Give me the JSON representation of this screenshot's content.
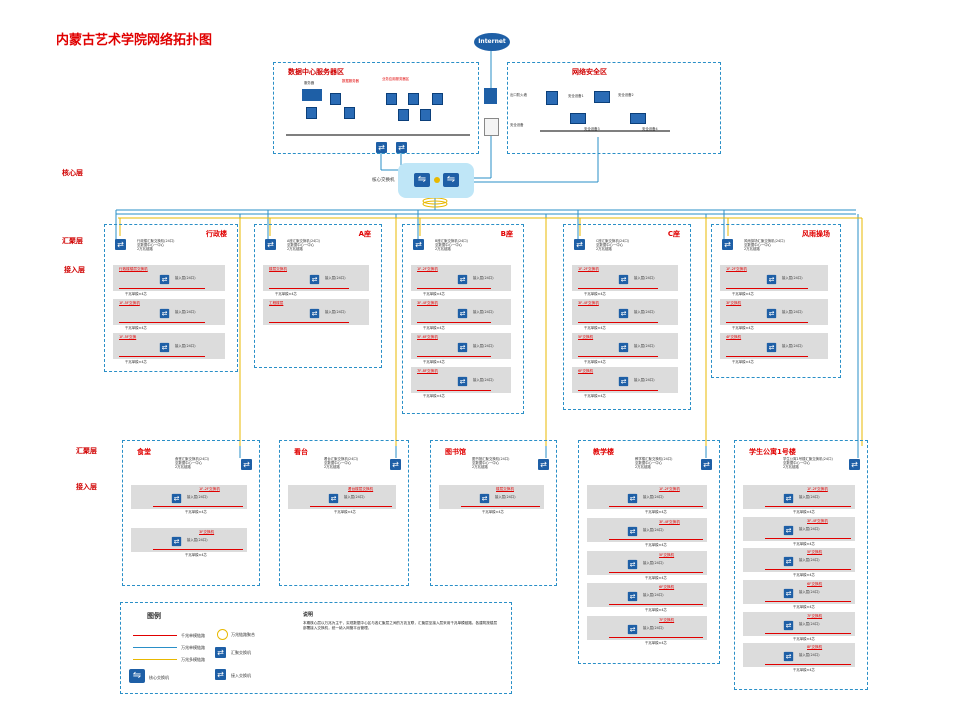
{
  "title": "内蒙古艺术学院网络拓扑图",
  "layers": {
    "core": "核心层",
    "agg1": "汇聚层",
    "access1": "接入层",
    "agg2": "汇聚层",
    "access2": "接入层"
  },
  "internet": "Internet",
  "core_switch_label": "核心交换机",
  "datacenter": {
    "title": "数据中心服务器区",
    "sub_a": "服务器",
    "sub_b": "数据服务器",
    "sub_c": "业务应用服务器区"
  },
  "security": {
    "title": "网络安全区",
    "gateway": "出口防火墙",
    "behavior": "安全设备",
    "dev1": "安全设备1",
    "dev2": "安全设备2",
    "dev3": "安全设备3",
    "dev4": "安全设备4"
  },
  "buildings_row1": [
    {
      "name": "行政楼",
      "agg": "行政楼汇聚交换机(24口)\n至数据中心一中心\n2万兆链路",
      "floors": [
        {
          "label": "行政楼楼层交换机",
          "sw": "接入层(24口)",
          "note": "千兆单模×4芯"
        },
        {
          "label": "1F-5F交换机",
          "sw": "接入层(24口)",
          "note": "千兆单模×4芯"
        },
        {
          "label": "1F-5F交换",
          "sw": "接入层(24口)",
          "note": "千兆单模×4芯"
        }
      ]
    },
    {
      "name": "A座",
      "agg": "A座汇聚交换机(24口)\n至数据中心一中心\n2万兆链路",
      "floors": [
        {
          "label": "楼层交换机",
          "sw": "接入层(24口)",
          "note": "千兆单模×4芯"
        },
        {
          "label": "工程楼层",
          "sw": "接入层(24口)",
          "note": ""
        }
      ]
    },
    {
      "name": "B座",
      "agg": "B座汇聚交换机(24口)\n至数据中心一中心\n2万兆链路",
      "floors": [
        {
          "label": "1F-2F交换机",
          "sw": "接入层(24口)",
          "note": "千兆单模×4芯"
        },
        {
          "label": "3F-4F交换机",
          "sw": "接入层(24口)",
          "note": "千兆单模×4芯"
        },
        {
          "label": "5F-6F交换机",
          "sw": "接入层(24口)",
          "note": "千兆单模×4芯"
        },
        {
          "label": "7F-8F交换机",
          "sw": "接入层(24口)",
          "note": "千兆单模×4芯"
        }
      ]
    },
    {
      "name": "C座",
      "agg": "C座汇聚交换机(24口)\n至数据中心一中心\n2万兆链路",
      "floors": [
        {
          "label": "1F-2F交换机",
          "sw": "接入层(24口)",
          "note": "千兆单模×4芯"
        },
        {
          "label": "3F-4F交换机",
          "sw": "接入层(24口)",
          "note": "千兆单模×4芯"
        },
        {
          "label": "5F交换机",
          "sw": "接入层(24口)",
          "note": "千兆单模×4芯"
        },
        {
          "label": "6F交换机",
          "sw": "接入层(24口)",
          "note": "千兆单模×4芯"
        }
      ]
    },
    {
      "name": "风雨操场",
      "agg": "风雨操场汇聚交换机(24口)\n至数据中心一中心\n2万兆链路",
      "floors": [
        {
          "label": "1F-2F交换机",
          "sw": "接入层(24口)",
          "note": "千兆单模×4芯"
        },
        {
          "label": "3F交换机",
          "sw": "接入层(24口)",
          "note": "千兆单模×4芯"
        },
        {
          "label": "4F交换机",
          "sw": "接入层(24口)",
          "note": "千兆单模×4芯"
        }
      ]
    }
  ],
  "buildings_row2": [
    {
      "name": "食堂",
      "agg": "食堂汇聚交换机(24口)\n至数据中心一中心\n2万兆链路",
      "floors": [
        {
          "label": "1F-2F交换机",
          "sw": "接入层(24口)",
          "note": "千兆单模×4芯"
        },
        {
          "label": "3F交换机",
          "sw": "接入层(24口)",
          "note": "千兆单模×4芯"
        }
      ]
    },
    {
      "name": "看台",
      "agg": "看台汇聚交换机(24口)\n至数据中心一中心\n2万兆链路",
      "floors": [
        {
          "label": "看台楼层交换机",
          "sw": "接入层(24口)",
          "note": "千兆单模×4芯"
        }
      ]
    },
    {
      "name": "图书馆",
      "agg": "图书馆汇聚交换机(24口)\n至数据中心一中心\n2万兆链路",
      "floors": [
        {
          "label": "楼层交换机",
          "sw": "接入层(24口)",
          "note": "千兆单模×4芯"
        }
      ]
    },
    {
      "name": "教学楼",
      "agg": "教学楼汇聚交换机(24口)\n至数据中心一中心\n2万兆链路",
      "floors": [
        {
          "label": "1F-2F交换机",
          "sw": "接入层(24口)",
          "note": "千兆单模×4芯"
        },
        {
          "label": "3F-4F交换机",
          "sw": "接入层(24口)",
          "note": "千兆单模×4芯"
        },
        {
          "label": "5F交换机",
          "sw": "接入层(24口)",
          "note": "千兆单模×4芯"
        },
        {
          "label": "6F交换机",
          "sw": "接入层(24口)",
          "note": "千兆单模×4芯"
        },
        {
          "label": "7F交换机",
          "sw": "接入层(24口)",
          "note": "千兆单模×4芯"
        }
      ]
    },
    {
      "name": "学生公寓1号楼",
      "agg": "学生公寓1号楼汇聚交换机(24口)\n至数据中心一中心\n2万兆链路",
      "floors": [
        {
          "label": "1F-2F交换机",
          "sw": "接入层(24口)",
          "note": "千兆单模×4芯"
        },
        {
          "label": "3F-4F交换机",
          "sw": "接入层(24口)",
          "note": "千兆单模×4芯"
        },
        {
          "label": "5F交换机",
          "sw": "接入层(24口)",
          "note": "千兆单模×4芯"
        },
        {
          "label": "6F交换机",
          "sw": "接入层(24口)",
          "note": "千兆单模×4芯"
        },
        {
          "label": "7F交换机",
          "sw": "接入层(24口)",
          "note": "千兆单模×4芯"
        },
        {
          "label": "8F交换机",
          "sw": "接入层(24口)",
          "note": "千兆单模×4芯"
        }
      ]
    }
  ],
  "legend": {
    "title": "图例",
    "l1": "千兆单模链路",
    "l2": "万兆单模链路",
    "l3": "万兆多模链路",
    "l4": "万兆链路聚合",
    "l5": "汇聚交换机",
    "l6": "核心交换机",
    "l7": "接入交换机",
    "notes_title": "说明",
    "notes": "本期核心层以万兆为主干，实现数据中心区与各汇聚层之间的万兆互联，汇聚层至接入层采用千兆单模链路。各建筑按楼层部署接入交换机，统一纳入网管平台管理。"
  },
  "colors": {
    "red": "#e00000",
    "blue": "#2a8fc7",
    "yellow": "#e8b800",
    "navy": "#1e5fa6"
  }
}
